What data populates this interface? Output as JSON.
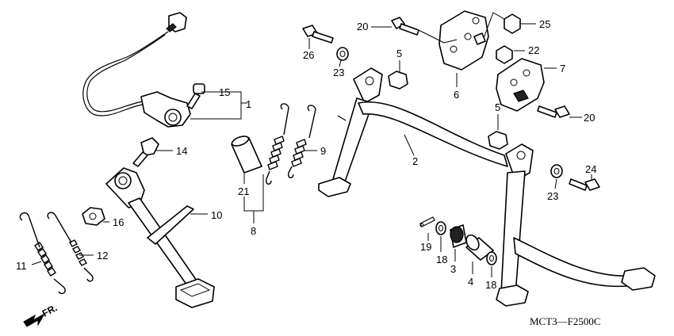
{
  "diagram": {
    "code": "MCT3—F2500C",
    "direction_label": "FR.",
    "callouts": {
      "c1": "1",
      "c2": "2",
      "c3": "3",
      "c4": "4",
      "c5a": "5",
      "c5b": "5",
      "c7": "7",
      "c8": "8",
      "c9": "9",
      "c10": "10",
      "c11": "11",
      "c12": "12",
      "c14": "14",
      "c15": "15",
      "c16": "16",
      "c18a": "18",
      "c18b": "18",
      "c19": "19",
      "c20a": "20",
      "c20b": "20",
      "c21": "21",
      "c22": "22",
      "c23a": "23",
      "c23b": "23",
      "c24": "24",
      "c25": "25",
      "c26": "26",
      "c6": "6"
    }
  }
}
